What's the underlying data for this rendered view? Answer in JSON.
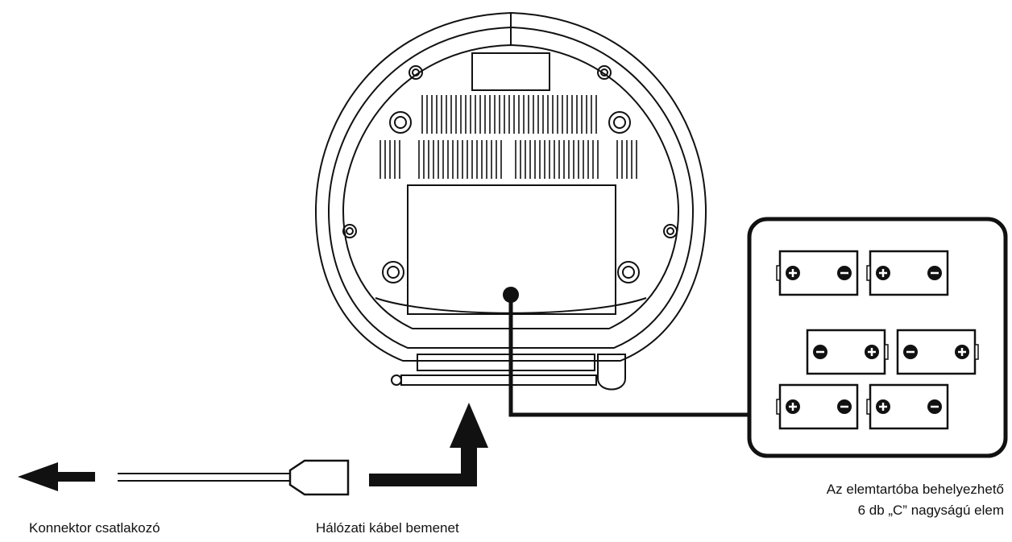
{
  "labels": {
    "connector": "Konnektor csatlakozó",
    "cable_input": "Hálózati kábel bemenet",
    "battery_note_line1": "Az elemtartóba behelyezhető",
    "battery_note_line2": "6 db „C” nagyságú elem"
  },
  "battery_compartment": {
    "count": 6,
    "plus_symbol": "+",
    "minus_symbol": "−"
  },
  "colors": {
    "line": "#111111",
    "background": "#ffffff"
  }
}
